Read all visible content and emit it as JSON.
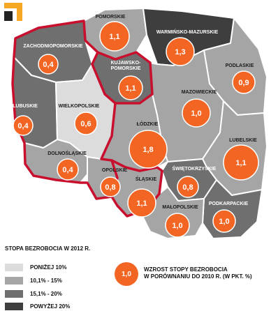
{
  "colors": {
    "below_10": "#dcdcdc",
    "c10_15": "#a5a5a5",
    "c15_20": "#6f6f6f",
    "above_20": "#3e3e3e",
    "bubble": "#f26522",
    "border": "#c8102e",
    "logo": "#f5a623"
  },
  "regions": [
    {
      "id": "pomorskie",
      "label": "POMORSKIE",
      "value": "1,1",
      "category": "c10_15"
    },
    {
      "id": "warminsko-mazurskie",
      "label": "WARMIŃSKO-MAZURSKIE",
      "value": "1,3",
      "category": "above_20"
    },
    {
      "id": "zachodniopomorskie",
      "label": "ZACHODNIOPOMORSKIE",
      "value": "0,4",
      "category": "c15_20"
    },
    {
      "id": "kujawsko-pomorskie",
      "label": "KUJAWSKO-\nPOMORSKIE",
      "value": "1,1",
      "category": "c15_20"
    },
    {
      "id": "podlaskie",
      "label": "PODLASKIE",
      "value": "0,9",
      "category": "c10_15"
    },
    {
      "id": "lubuskie",
      "label": "LUBUSKIE",
      "value": "0,4",
      "category": "c15_20"
    },
    {
      "id": "wielkopolskie",
      "label": "WIELKOPOLSKIE",
      "value": "0,6",
      "category": "below_10"
    },
    {
      "id": "mazowieckie",
      "label": "MAZOWIECKIE",
      "value": "1,0",
      "category": "c10_15"
    },
    {
      "id": "lodzkie",
      "label": "ŁÓDZKIE",
      "value": "1,8",
      "category": "c10_15"
    },
    {
      "id": "lubelskie",
      "label": "LUBELSKIE",
      "value": "1,1",
      "category": "c10_15"
    },
    {
      "id": "dolnoslaskie",
      "label": "DOLNOŚLĄSKIE",
      "value": "0,4",
      "category": "c10_15"
    },
    {
      "id": "opolskie",
      "label": "OPOLSKIE",
      "value": "0,8",
      "category": "c10_15"
    },
    {
      "id": "swietokrzyskie",
      "label": "ŚWIĘTOKRZYSKIE",
      "value": "0,8",
      "category": "c15_20"
    },
    {
      "id": "slaskie",
      "label": "ŚLĄSKIE",
      "value": "1,1",
      "category": "c10_15"
    },
    {
      "id": "podkarpackie",
      "label": "PODKARPACKIE",
      "value": "1,0",
      "category": "c15_20"
    },
    {
      "id": "malopolskie",
      "label": "MAŁOPOLSKIE",
      "value": "1,0",
      "category": "c10_15"
    }
  ],
  "legend": {
    "title": "STOPA BEZROBOCIA W 2012 R.",
    "items": [
      {
        "label": "PONIŻEJ 10%",
        "category": "below_10"
      },
      {
        "label": "10,1% - 15%",
        "category": "c10_15"
      },
      {
        "label": "15,1% - 20%",
        "category": "c15_20"
      },
      {
        "label": "POWYŻEJ 20%",
        "category": "above_20"
      }
    ],
    "bubble_value": "1,0",
    "bubble_text_line1": "WZROST STOPY BEZROBOCIA",
    "bubble_text_line2": "W PORÓWNANIU DO 2010 R. (W PKT. %)"
  }
}
